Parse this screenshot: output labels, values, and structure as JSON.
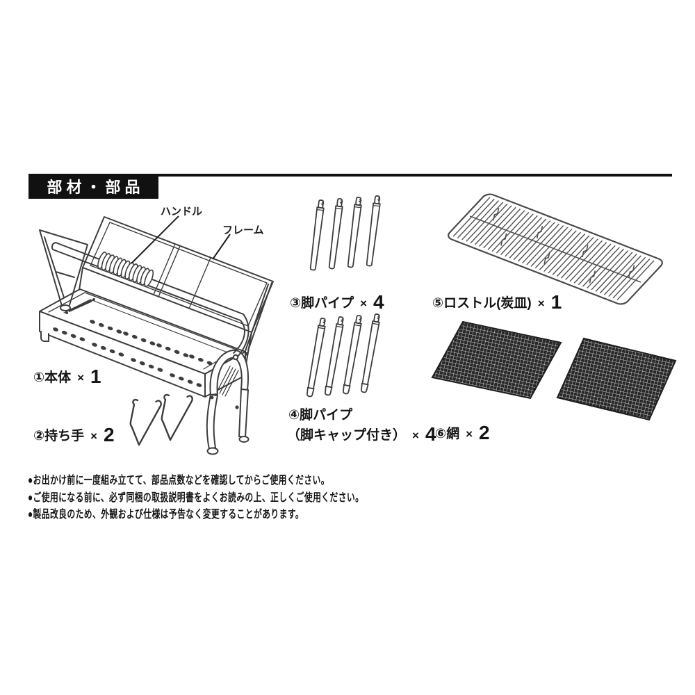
{
  "header": {
    "title": "部材・部品"
  },
  "callouts": {
    "handle": "ハンドル",
    "frame": "フレーム"
  },
  "parts": [
    {
      "name": "①本体",
      "times": "×",
      "count": "1"
    },
    {
      "name": "②持ち手",
      "times": "×",
      "count": "2"
    },
    {
      "name": "③脚パイプ",
      "times": "×",
      "count": "4"
    },
    {
      "name": "④脚パイプ",
      "name2": "（脚キャップ付き）",
      "times": "×",
      "count": "4"
    },
    {
      "name": "⑤ロストル(炭皿)",
      "times": "×",
      "count": "1"
    },
    {
      "name": "⑥網",
      "times": "×",
      "count": "2"
    }
  ],
  "notes": [
    "●お出かけ前に一度組み立てて、部品点数などを確認してからご使用ください。",
    "●ご使用になる前に、必ず同梱の取扱説明書をよくお読みの上、正しくご使用ください。",
    "●製品改良のため、外観および仕様は予告なく変更することがあります。"
  ],
  "colors": {
    "header_bg": "#111111",
    "header_text": "#ffffff",
    "ink": "#1c1c1c",
    "drawing_line": "#3d3d3d",
    "grate_line": "#4f4f4f",
    "mesh_dark": "#282828"
  }
}
